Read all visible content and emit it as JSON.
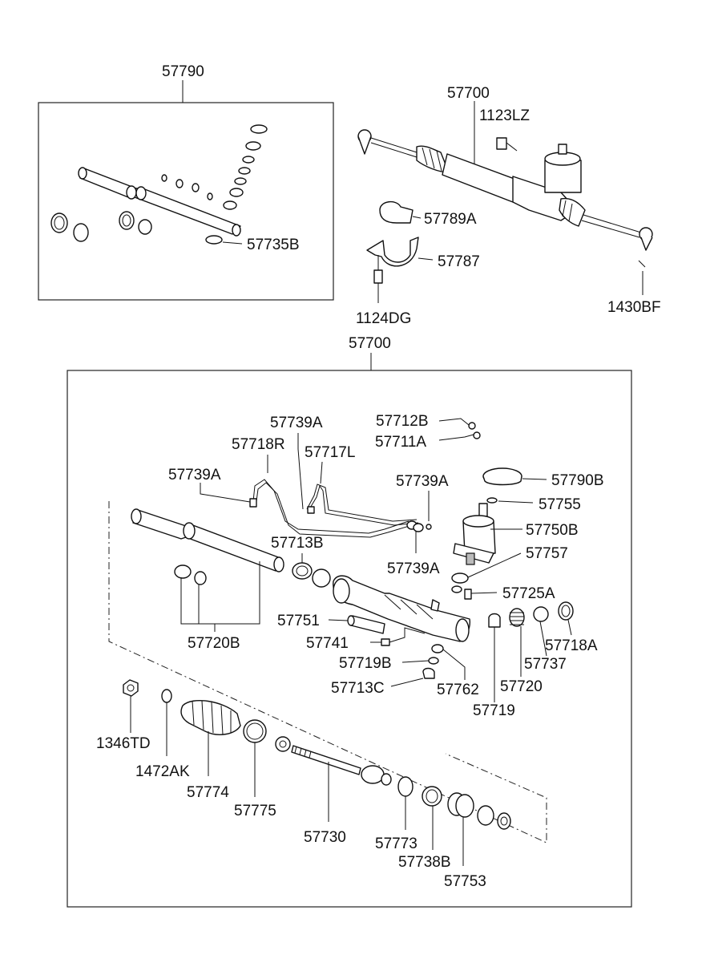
{
  "labels": {
    "p57790": "57790",
    "p57735B": "57735B",
    "p57700_top": "57700",
    "p1123LZ": "1123LZ",
    "p57789A": "57789A",
    "p57787": "57787",
    "p1124DG": "1124DG",
    "p1430BF": "1430BF",
    "p57700_main": "57700",
    "p57712B": "57712B",
    "p57711A": "57711A",
    "p57739A_1": "57739A",
    "p57718R": "57718R",
    "p57717L": "57717L",
    "p57739A_2": "57739A",
    "p57739A_3": "57739A",
    "p57790B": "57790B",
    "p57755": "57755",
    "p57750B": "57750B",
    "p57713B": "57713B",
    "p57739A_4": "57739A",
    "p57757": "57757",
    "p57725A": "57725A",
    "p57751": "57751",
    "p57741": "57741",
    "p57719B": "57719B",
    "p57713C": "57713C",
    "p57762": "57762",
    "p57719": "57719",
    "p57720": "57720",
    "p57737": "57737",
    "p57718A": "57718A",
    "p57720B": "57720B",
    "p1346TD": "1346TD",
    "p1472AK": "1472AK",
    "p57774": "57774",
    "p57775": "57775",
    "p57730": "57730",
    "p57773": "57773",
    "p57738B": "57738B",
    "p57753": "57753"
  }
}
